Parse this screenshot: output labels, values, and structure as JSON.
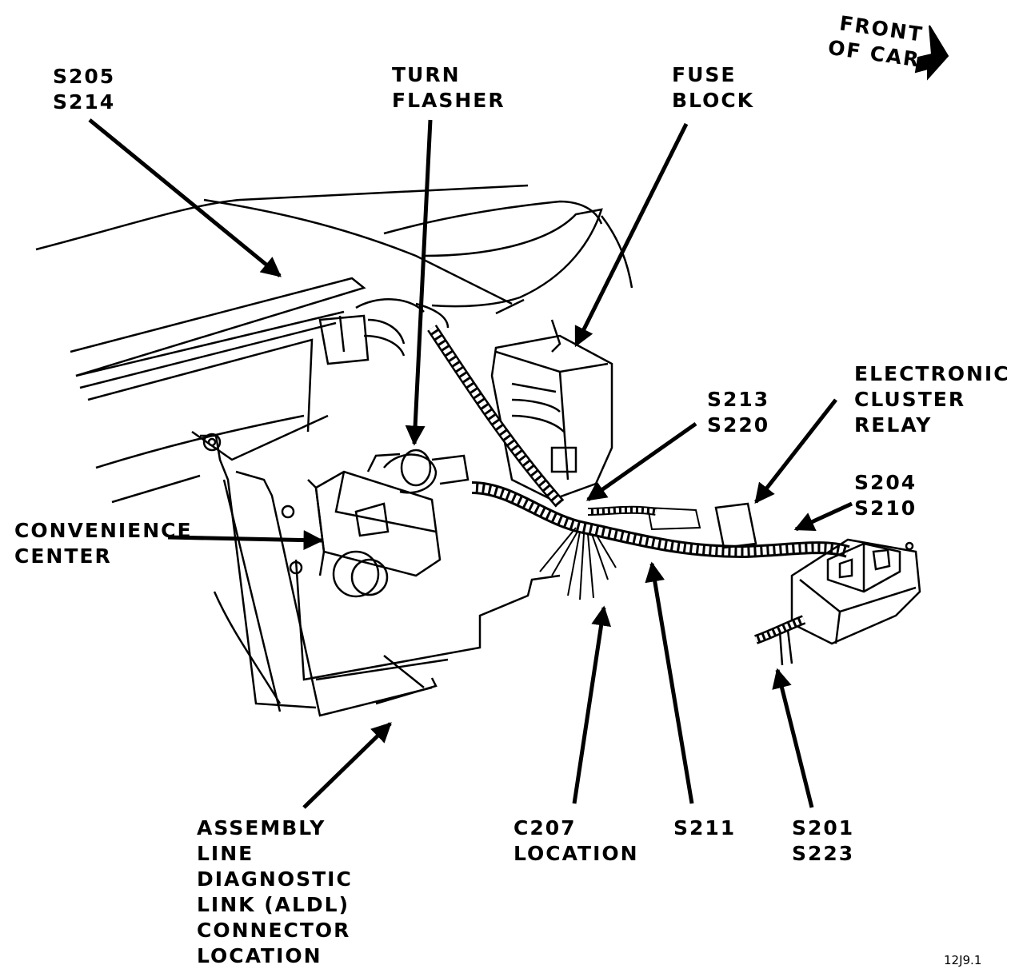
{
  "labels": {
    "s205_s214": [
      "S205",
      "S214"
    ],
    "turn_flasher": [
      "TURN",
      "FLASHER"
    ],
    "fuse_block": [
      "FUSE",
      "BLOCK"
    ],
    "front_of_car": [
      "FRONT",
      "OF CAR"
    ],
    "electronic_cluster_relay": [
      "ELECTRONIC",
      "CLUSTER",
      "RELAY"
    ],
    "s213_s220": [
      "S213",
      "S220"
    ],
    "s204_s210": [
      "S204",
      "S210"
    ],
    "convenience_center": [
      "CONVENIENCE",
      "CENTER"
    ],
    "aldl": [
      "ASSEMBLY",
      "LINE",
      "DIAGNOSTIC",
      "LINK (ALDL)",
      "CONNECTOR",
      "LOCATION"
    ],
    "c207": [
      "C207",
      "LOCATION"
    ],
    "s211": [
      "S211"
    ],
    "s201_s223": [
      "S201",
      "S223"
    ]
  },
  "figure_id": "12J9.1",
  "colors": {
    "ink": "#000000",
    "paper": "#ffffff"
  }
}
